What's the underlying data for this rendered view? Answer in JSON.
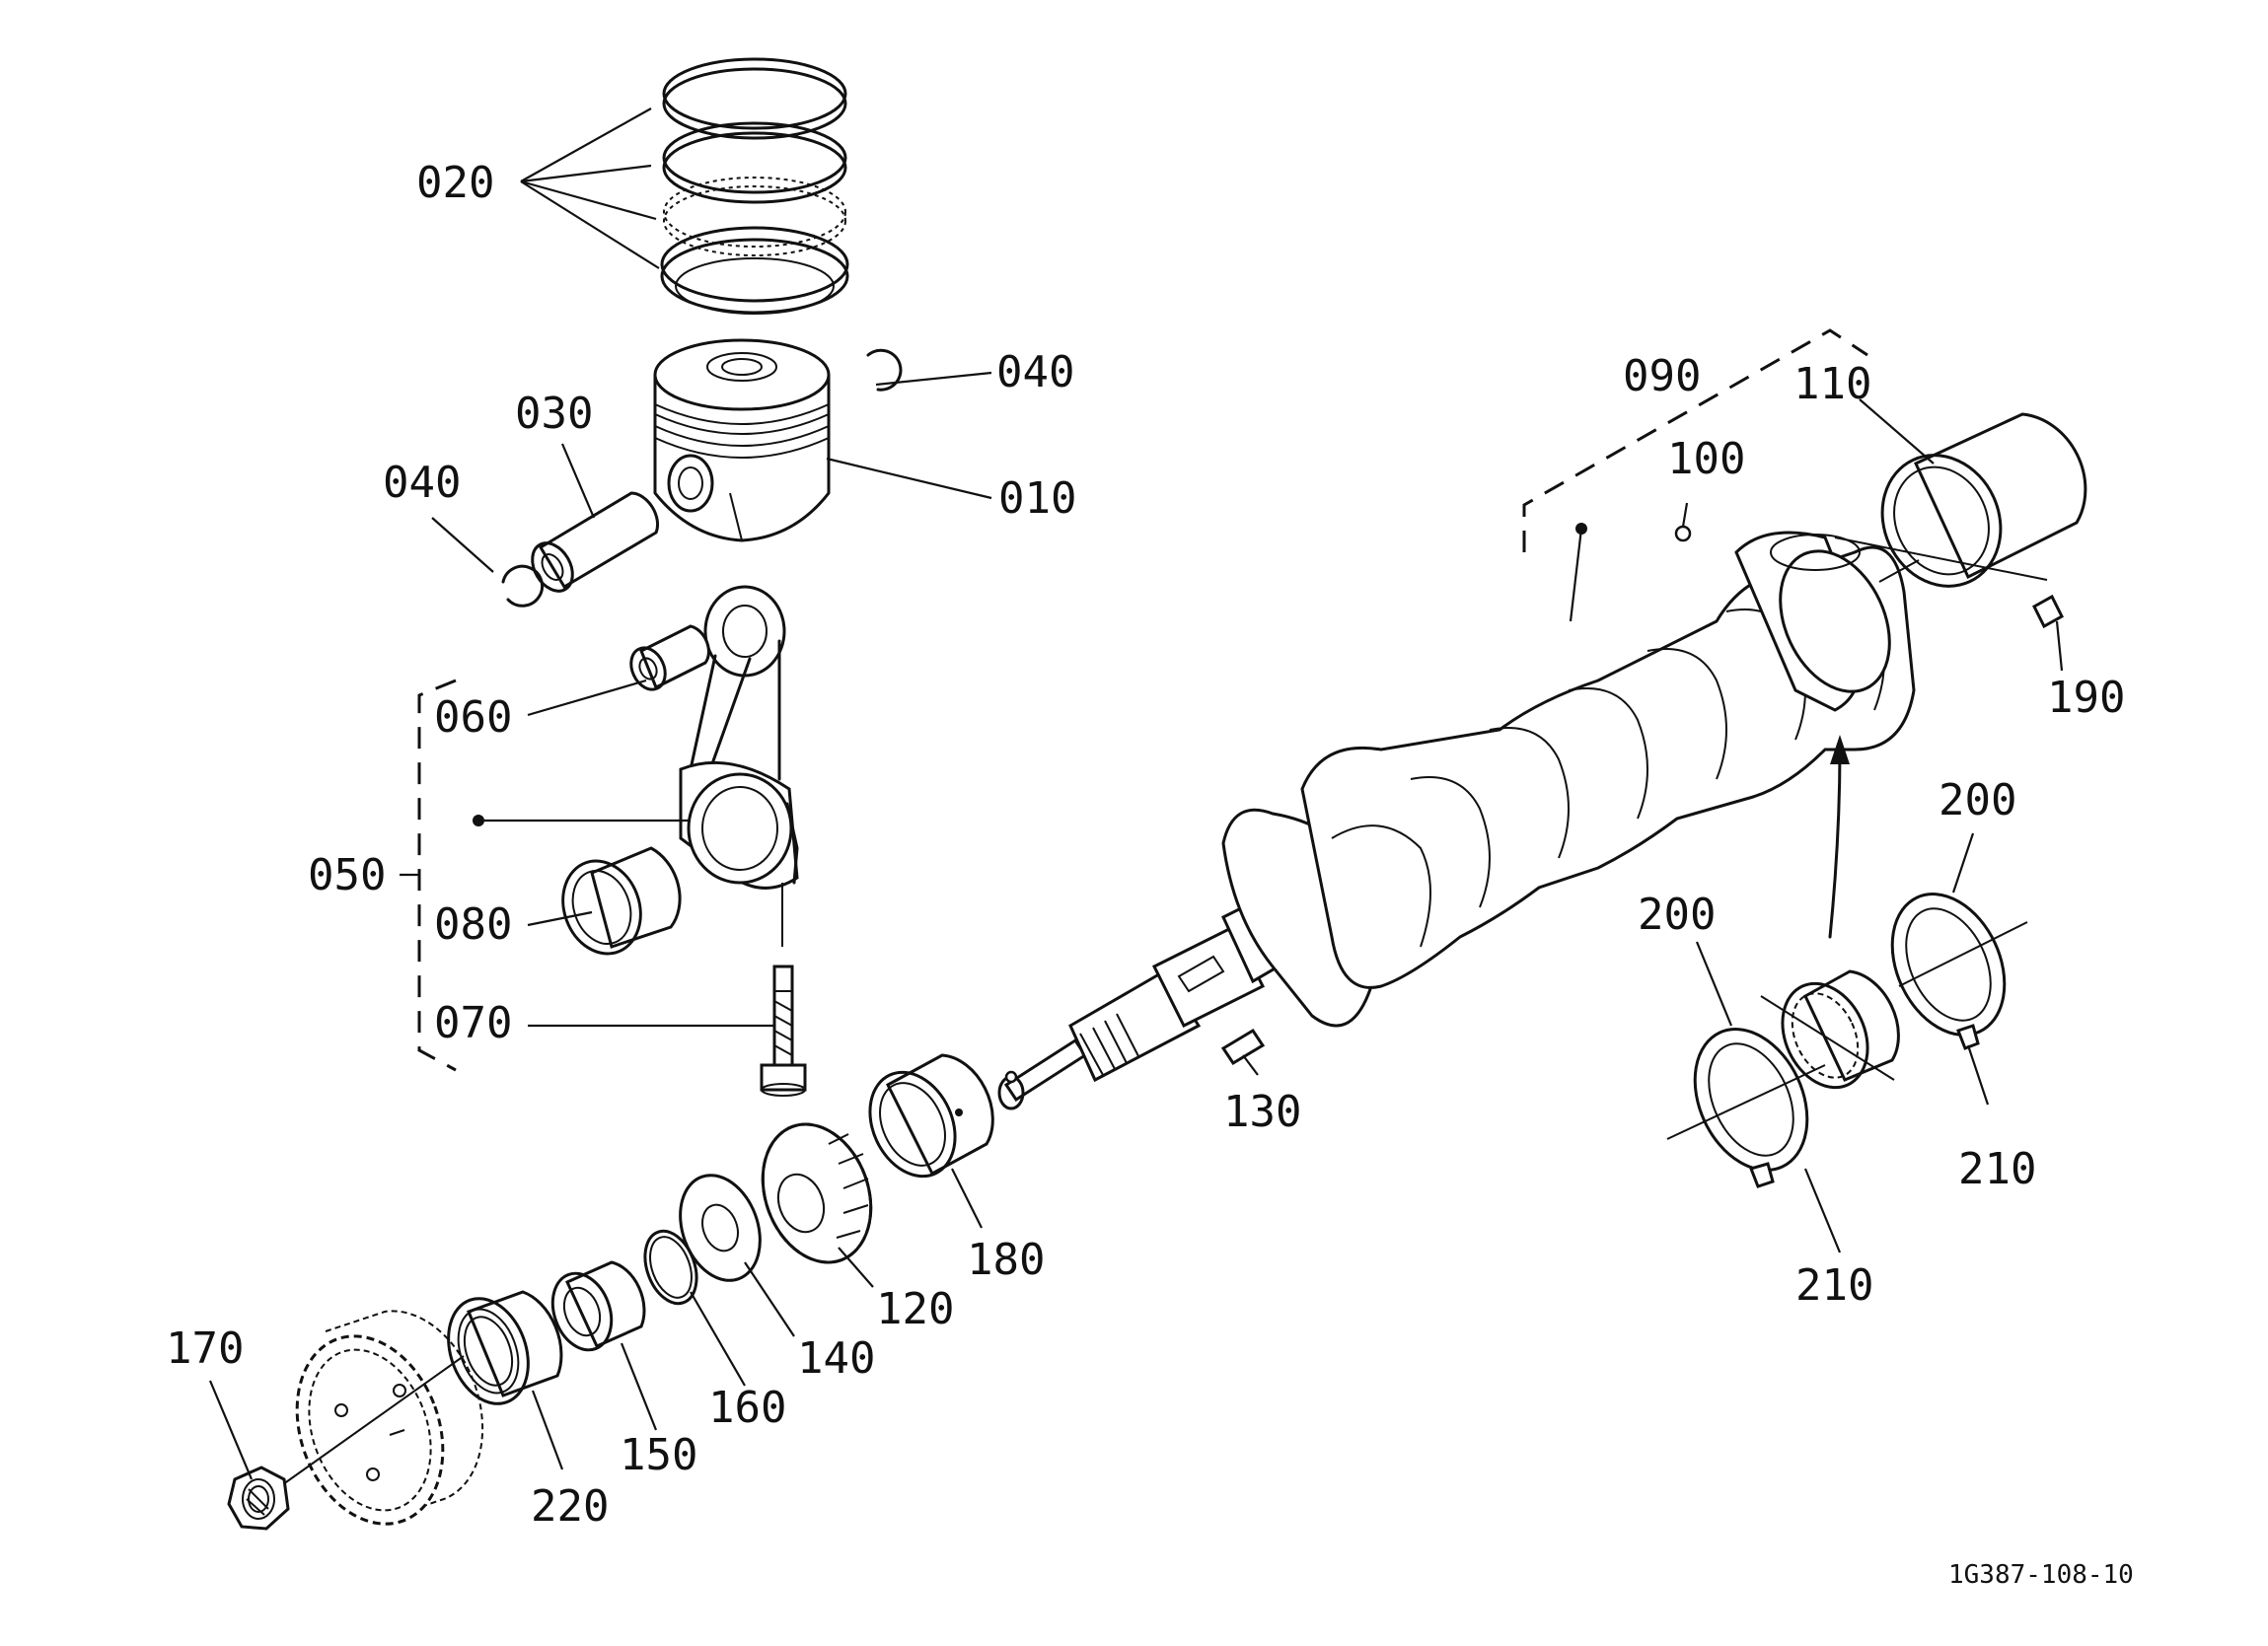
{
  "diagram": {
    "drawing_number": "1G387-108-10",
    "callouts": {
      "c020": "020",
      "c040_right": "040",
      "c030": "030",
      "c040_left": "040",
      "c010": "010",
      "c060": "060",
      "c050": "050",
      "c080": "080",
      "c070": "070",
      "c090": "090",
      "c100": "100",
      "c110": "110",
      "c190": "190",
      "c200_right": "200",
      "c200_left": "200",
      "c210_right": "210",
      "c210_left": "210",
      "c130": "130",
      "c180": "180",
      "c120": "120",
      "c140": "140",
      "c160": "160",
      "c150": "150",
      "c220": "220",
      "c170": "170"
    }
  }
}
